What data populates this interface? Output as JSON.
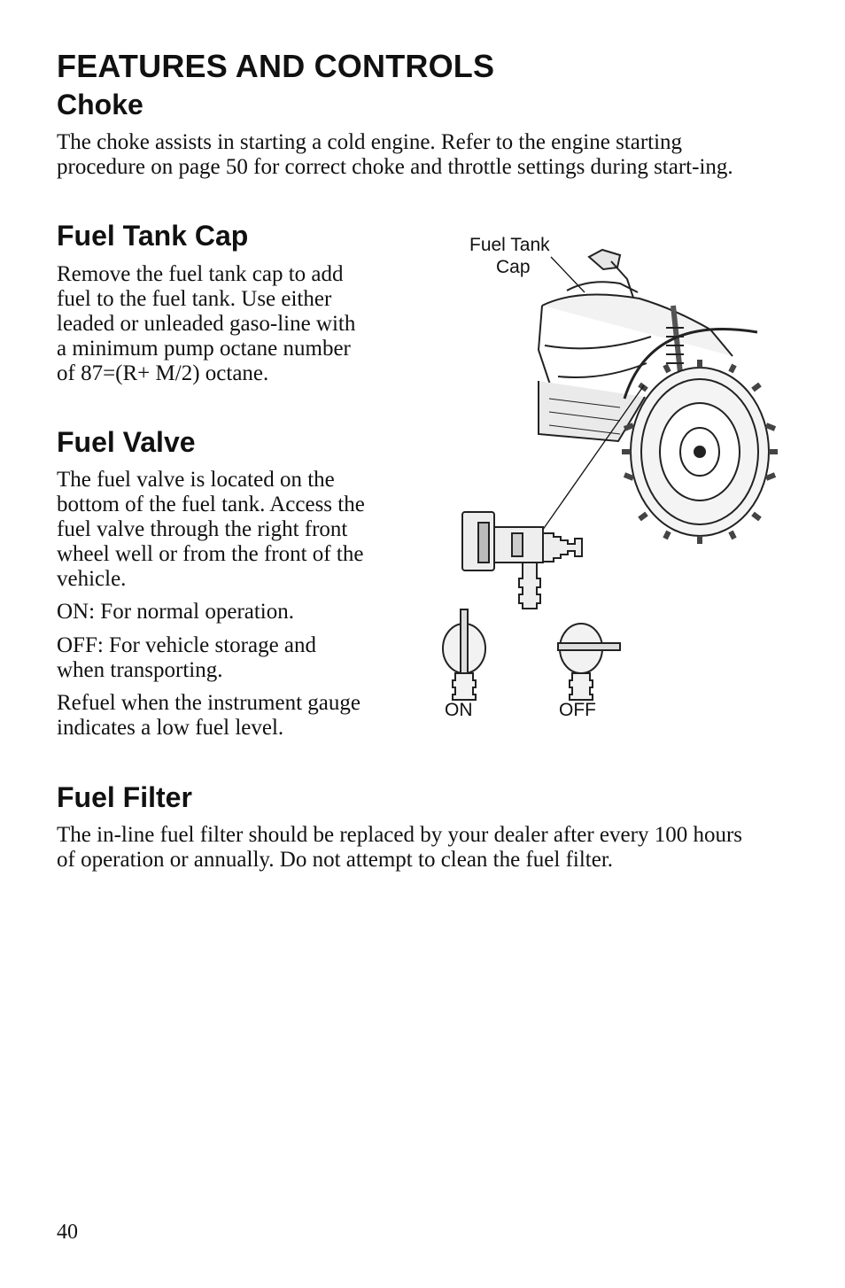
{
  "page": {
    "title": "FEATURES AND CONTROLS",
    "page_number": "40"
  },
  "choke": {
    "heading": "Choke",
    "body": "The choke assists in starting a cold engine. Refer to the engine starting procedure on page 50 for correct choke and throttle settings during start-ing."
  },
  "fuel_tank_cap": {
    "heading": "Fuel Tank Cap",
    "body": "Remove the fuel tank cap to add fuel to the fuel tank. Use either leaded or unleaded gaso-line with a minimum pump octane number of 87=(R+ M/2) octane."
  },
  "fuel_valve": {
    "heading": "Fuel Valve",
    "body": "The fuel valve is located on the bottom of the fuel tank. Access the fuel valve through the right front wheel well or from the front of the vehicle.",
    "on_text": "ON: For normal operation.",
    "off_text": "OFF: For vehicle storage and when transporting.",
    "refuel_text": "Refuel when the instrument gauge indicates a low fuel level."
  },
  "figure": {
    "label_cap_line1": "Fuel Tank",
    "label_cap_line2": "Cap",
    "label_on": "ON",
    "label_off": "OFF"
  },
  "fuel_filter": {
    "heading": "Fuel Filter",
    "body": "The in-line fuel filter should be replaced by your dealer after every 100 hours of operation or annually. Do not attempt to clean the fuel filter."
  }
}
